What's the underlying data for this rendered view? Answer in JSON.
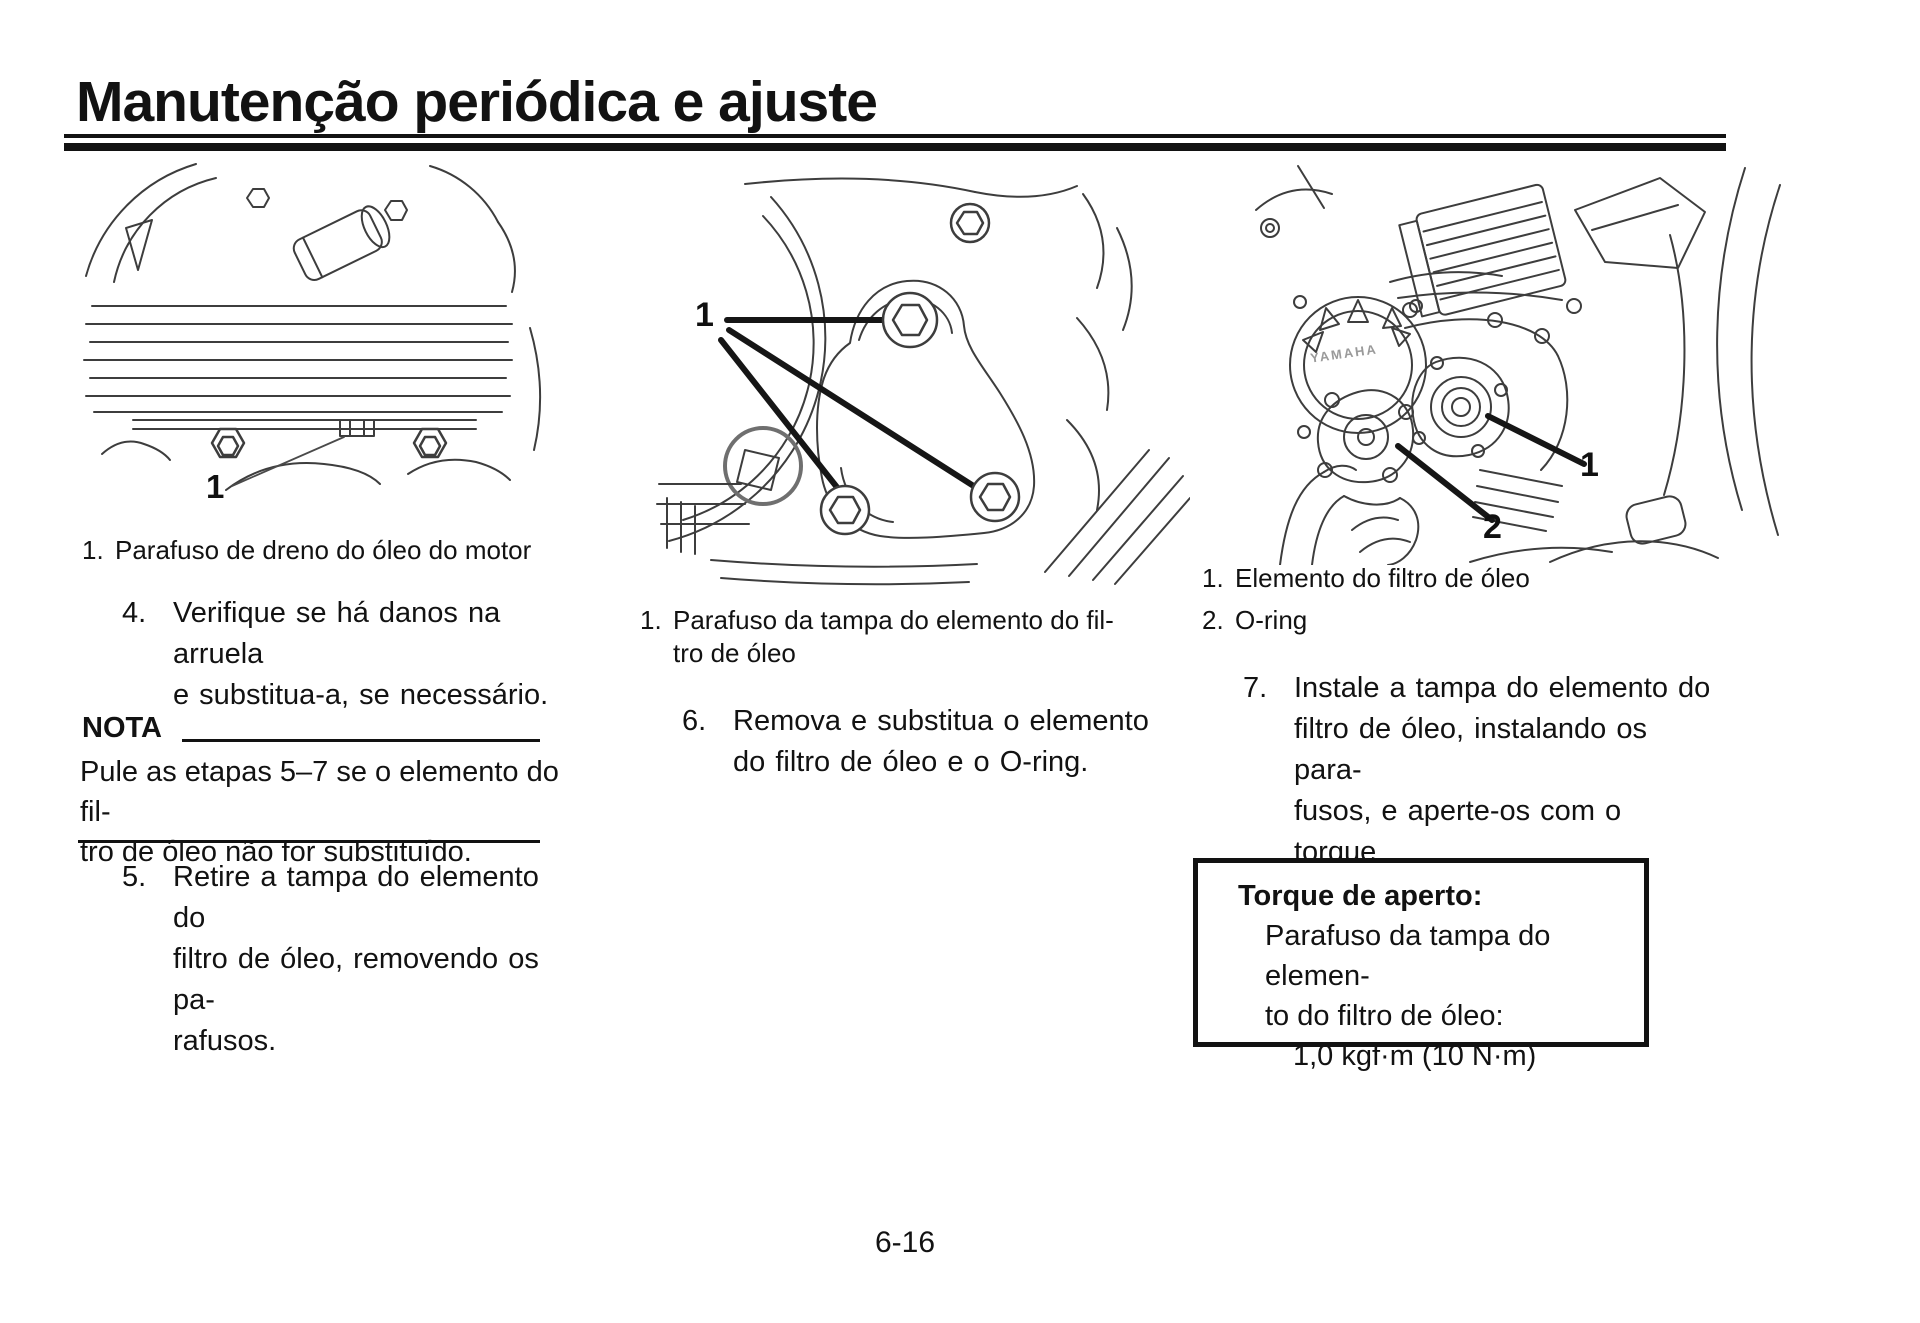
{
  "title": "Manutenção periódica e ajuste",
  "page_number": "6-16",
  "left_column": {
    "figure_callout_1": "1",
    "caption_1_num": "1.",
    "caption_1_text": "Parafuso de dreno do óleo do motor",
    "step_4_num": "4.",
    "step_4_text": "Verifique se há danos na arruela\ne substitua-a, se necessário.",
    "note_label": "NOTA",
    "note_text": "Pule as etapas 5–7 se o elemento do fil-\ntro de óleo não for substituído.",
    "step_5_num": "5.",
    "step_5_text": "Retire a tampa do elemento do\nfiltro de óleo, removendo os pa-\nrafusos."
  },
  "middle_column": {
    "figure_callout_1": "1",
    "caption_1_num": "1.",
    "caption_1_text": "Parafuso da tampa do elemento do fil-\ntro de óleo",
    "step_6_num": "6.",
    "step_6_text": "Remova e substitua o elemento\ndo filtro de óleo e o O-ring."
  },
  "right_column": {
    "figure_callout_1": "1",
    "figure_callout_2": "2",
    "figure_engine_text": "YAMAHA",
    "caption_1_num": "1.",
    "caption_1_text": "Elemento do filtro de óleo",
    "caption_2_num": "2.",
    "caption_2_text": "O-ring",
    "step_7_num": "7.",
    "step_7_text": "Instale a tampa do elemento do\nfiltro de óleo, instalando os para-\nfusos, e aperte-os com o torque\nespecificado.",
    "torque_box": {
      "title": "Torque de aperto:",
      "spec": "Parafuso da tampa do elemen-\nto do filtro de óleo:",
      "value": "1,0 kgf·m (10 N·m)"
    }
  }
}
